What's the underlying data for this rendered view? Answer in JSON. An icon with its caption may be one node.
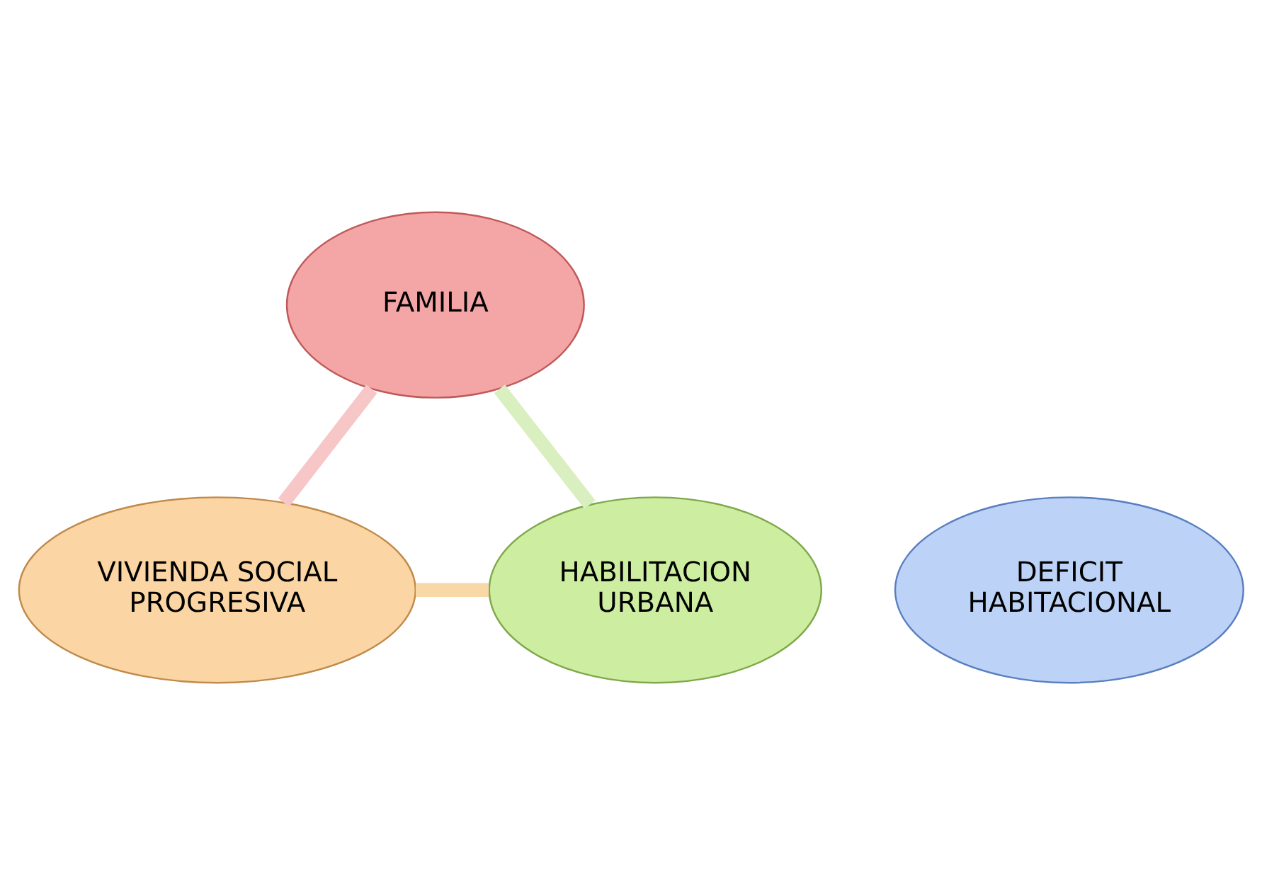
{
  "diagram": {
    "nodes": [
      {
        "text": [
          "FAMILIA"
        ]
      },
      {
        "text": [
          "DEFICIT HABITACIONAL"
        ]
      },
      {
        "text": [
          "HABILITACION URBANA"
        ]
      },
      {
        "text": [
          "VIVIENDA SOCIAL PROGRESIVA"
        ]
      }
    ],
    "edges": [
      {
        "from": 0,
        "to": 3,
        "arrow": "none",
        "color": "#f7c6c6"
      },
      {
        "from": 3,
        "to": 2,
        "arrow": "none",
        "color": "#f9d8a8"
      },
      {
        "from": 2,
        "to": 0,
        "arrow": "none",
        "color": "#d9efc0"
      }
    ]
  }
}
